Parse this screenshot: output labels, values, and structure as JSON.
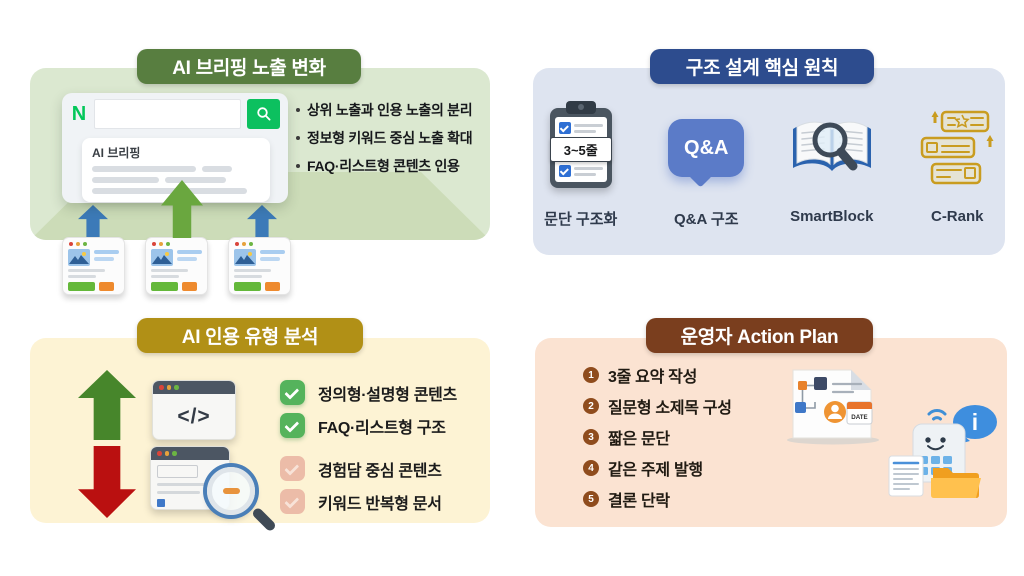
{
  "briefing": {
    "title": "AI 브리핑 노출 변화",
    "logo": "N",
    "card_title": "AI 브리핑",
    "bullets": [
      "상위 노출과 인용 노출의 분리",
      "정보형 키워드 중심 노출 확대",
      "FAQ·리스트형 콘텐츠 인용"
    ]
  },
  "principles": {
    "title": "구조 설계 핵심 원칙",
    "clipboard_badge": "3~5줄",
    "qa_bubble": "Q&A",
    "labels": [
      "문단 구조화",
      "Q&A 구조",
      "SmartBlock",
      "C-Rank"
    ]
  },
  "citation": {
    "title": "AI 인용 유형 분석",
    "code_glyph": "</>",
    "positive": [
      "정의형·설명형 콘텐츠",
      "FAQ·리스트형 구조"
    ],
    "negative": [
      "경험담 중심 콘텐츠",
      "키워드 반복형 문서"
    ]
  },
  "action": {
    "title": "운영자 Action Plan",
    "date_label": "DATE",
    "info_glyph": "i",
    "steps": [
      {
        "num": "1",
        "text": "3줄 요약 작성"
      },
      {
        "num": "2",
        "text": "질문형 소제목 구성"
      },
      {
        "num": "3",
        "text": "짧은 문단"
      },
      {
        "num": "4",
        "text": "같은 주제 발행"
      },
      {
        "num": "5",
        "text": "결론 단락"
      }
    ]
  },
  "colors": {
    "briefing_header": "#587e40",
    "briefing_panel": "#dbe8d0",
    "principles_header": "#2d4c8e",
    "principles_panel": "#dee4f0",
    "citation_header": "#b19016",
    "citation_panel": "#fdf3d4",
    "action_header": "#7a3e1e",
    "action_panel": "#fbe3d2",
    "naver_green": "#03c75a",
    "arrow_blue": "#3c7ab8",
    "arrow_green": "#47862b",
    "arrow_red": "#ba1010",
    "check_green": "#55b35c",
    "check_pink": "#ecbca8"
  }
}
